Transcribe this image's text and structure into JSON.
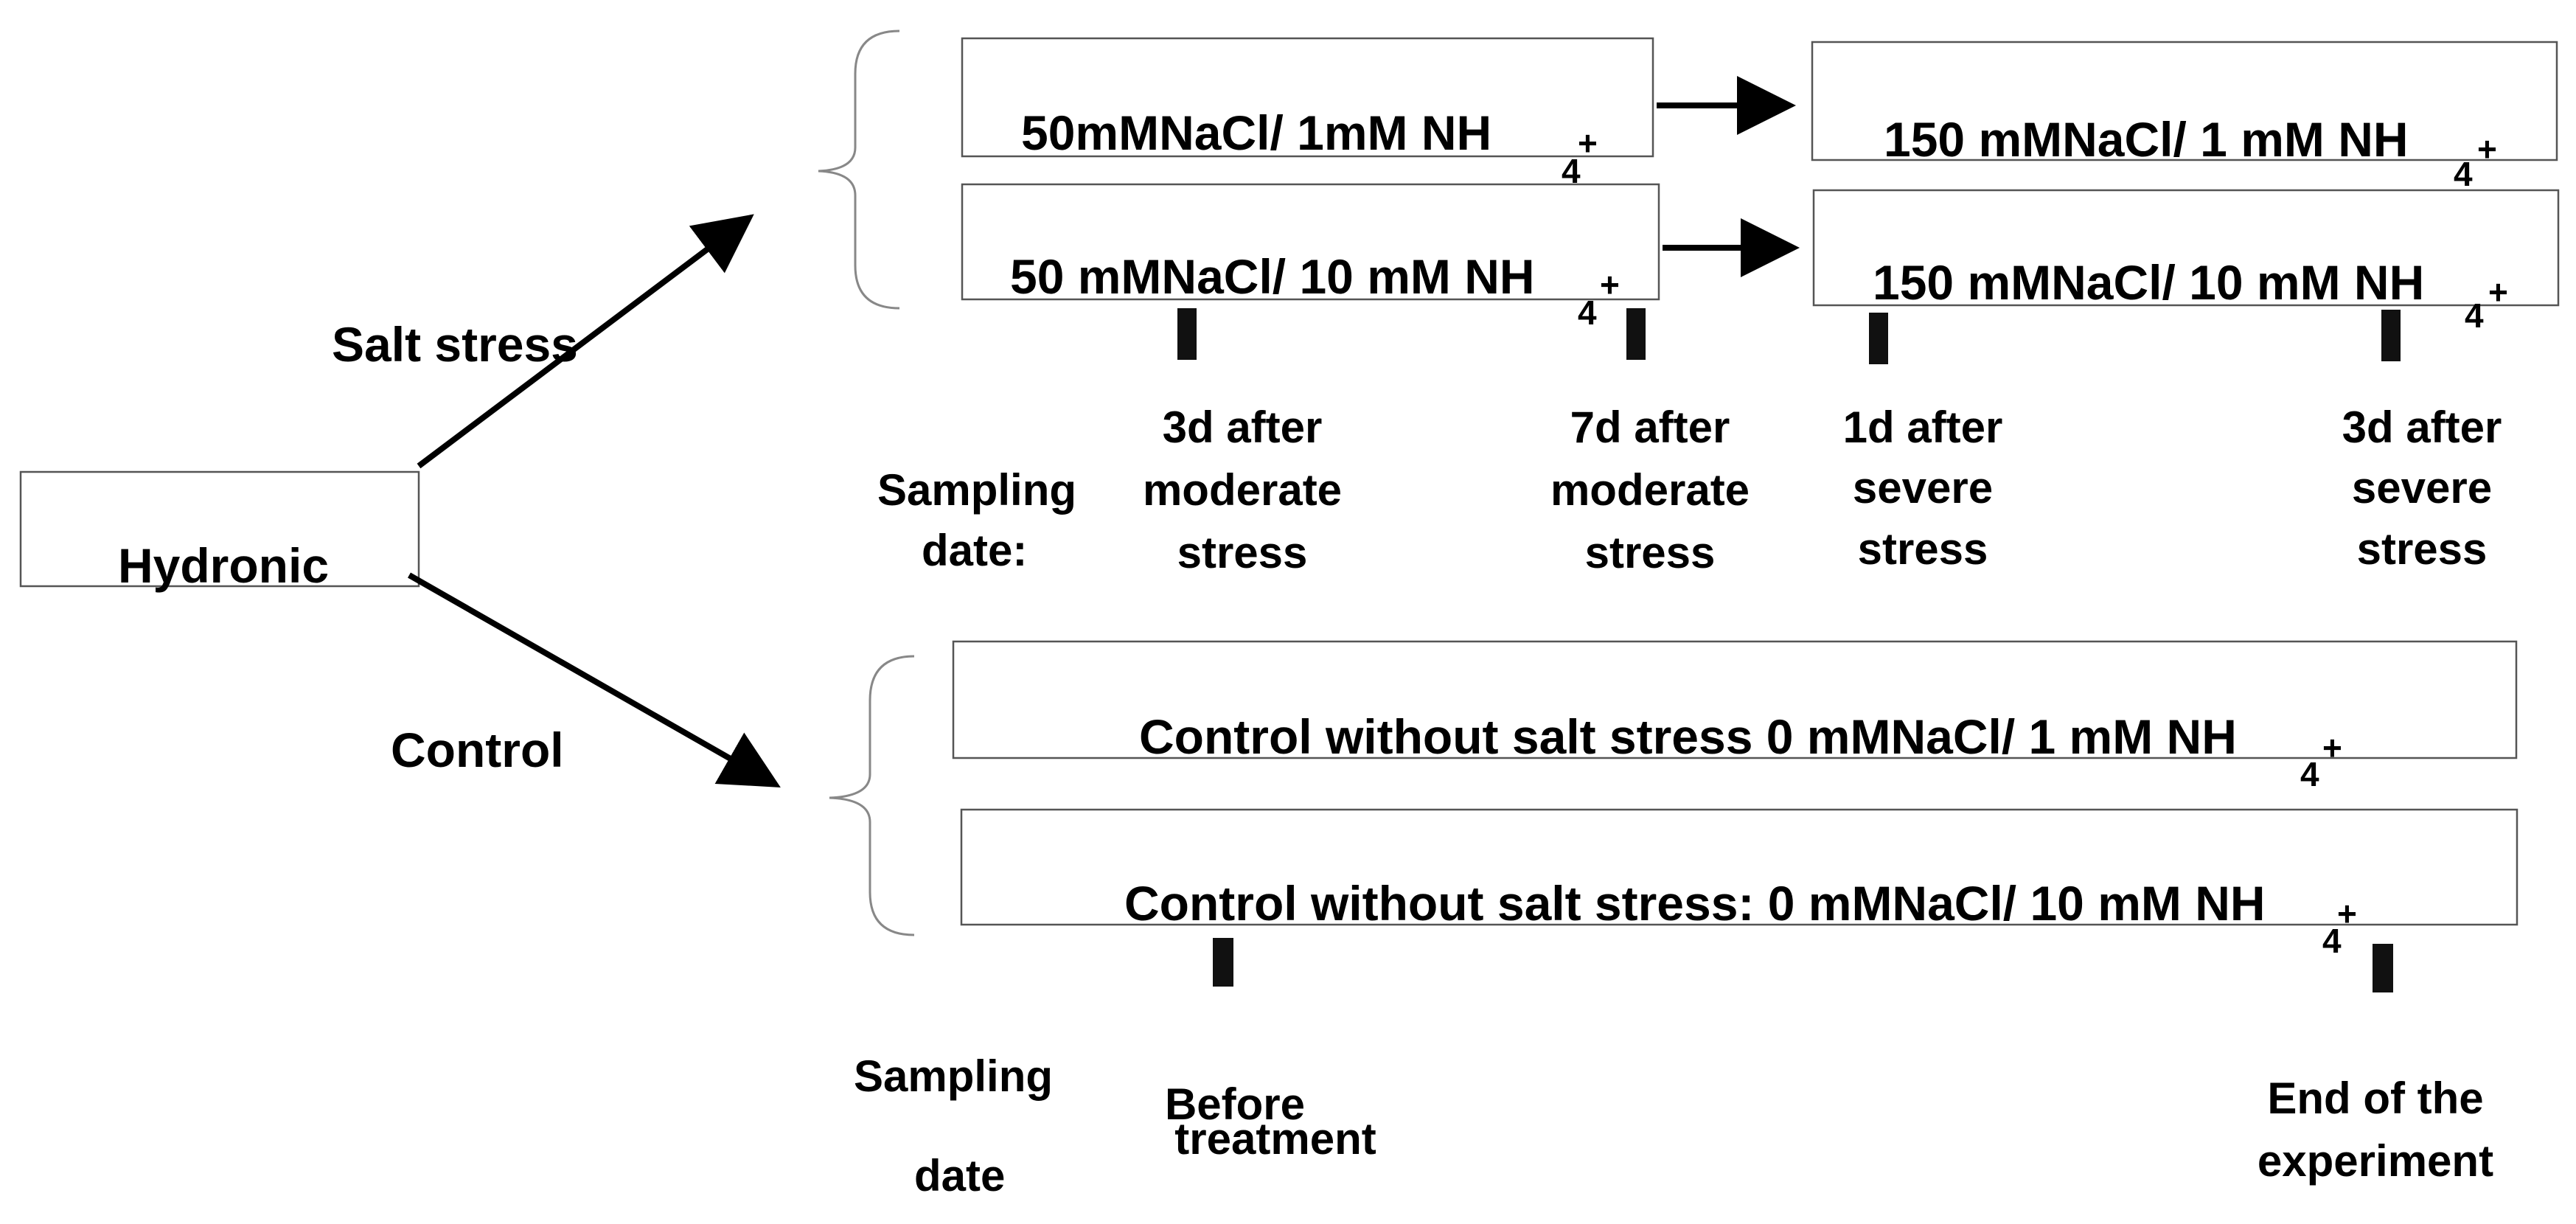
{
  "root_label": "Hydronic",
  "branch_salt": "Salt stress",
  "branch_control": "Control",
  "salt": {
    "moderate_1": "50mMNaCl/ 1mM NH",
    "moderate_0": "50 mMNaCl/ 10 mM NH",
    "severe_1": "150 mMNaCl/ 1 mM NH",
    "severe_0": "150 mMNaCl/ 10 mM NH",
    "subscript": "4",
    "superscript": "+"
  },
  "sampling_salt": {
    "label_line1": "Sampling",
    "label_line2": "date:",
    "s1": [
      "3d after",
      "moderate",
      "stress"
    ],
    "s2": [
      "7d after",
      "moderate",
      "stress"
    ],
    "s3": [
      "1d after",
      "severe",
      "stress"
    ],
    "s4": [
      "3d after",
      "severe",
      "stress"
    ]
  },
  "control": {
    "row1": "Control without salt stress 0 mMNaCl/ 1 mM NH",
    "row2": "Control without salt stress: 0 mMNaCl/ 10 mM NH",
    "subscript": "4",
    "superscript": "+"
  },
  "sampling_control": {
    "label_line1": "Sampling",
    "label_line2": "date",
    "s1": [
      "Before",
      "treatment"
    ],
    "s2": [
      "End of the",
      "experiment"
    ]
  }
}
